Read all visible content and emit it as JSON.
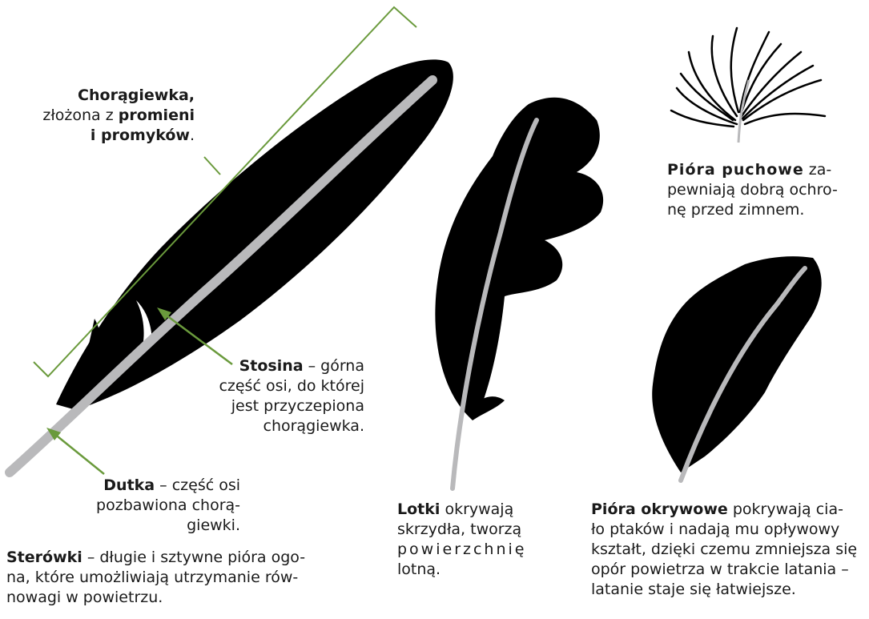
{
  "vane_label": {
    "l1_bold": "Chorągiewka,",
    "l2_text": "złożona z ",
    "l2_bold": "promieni",
    "l3_bold": "i promyków",
    "l3_tail": "."
  },
  "rachis_label": {
    "bold": "Stosina",
    "text": " – górna",
    "l2": "część osi, do której",
    "l3": "jest przyczepiona",
    "l4": "chorągiewka."
  },
  "calamus_label": {
    "bold": "Dutka",
    "text": " – część osi",
    "l2": "pozbawiona chorą-",
    "l3": "giewki."
  },
  "tail_feathers": {
    "bold": "Sterówki",
    "text": " – długie i sztywne pióra ogo-",
    "l2": "na, które umożliwiają utrzymanie rów-",
    "l3": "nowagi w powietrzu."
  },
  "flight_feathers": {
    "bold": "Lotki",
    "text": " okrywają",
    "l2": "skrzydła, tworzą",
    "l3": "powierzchnię",
    "l4": "lotną."
  },
  "down_feathers": {
    "bold": "Pióra puchowe",
    "text": " za-",
    "l2": "pewniają dobrą ochro-",
    "l3": "nę przed zimnem."
  },
  "contour_feathers": {
    "bold": "Pióra okrywowe",
    "text": " pokrywają cia-",
    "l2": "ło ptaków i nadają mu opływowy",
    "l3": "kształt, dzięki czemu zmniejsza się",
    "l4": "opór powietrza w trakcie latania –",
    "l5": "latanie staje się łatwiejsze."
  },
  "colors": {
    "feather": "#000000",
    "shaft": "#b9b9bb",
    "pointer": "#6a9a3c",
    "text": "#1a1a1a"
  }
}
